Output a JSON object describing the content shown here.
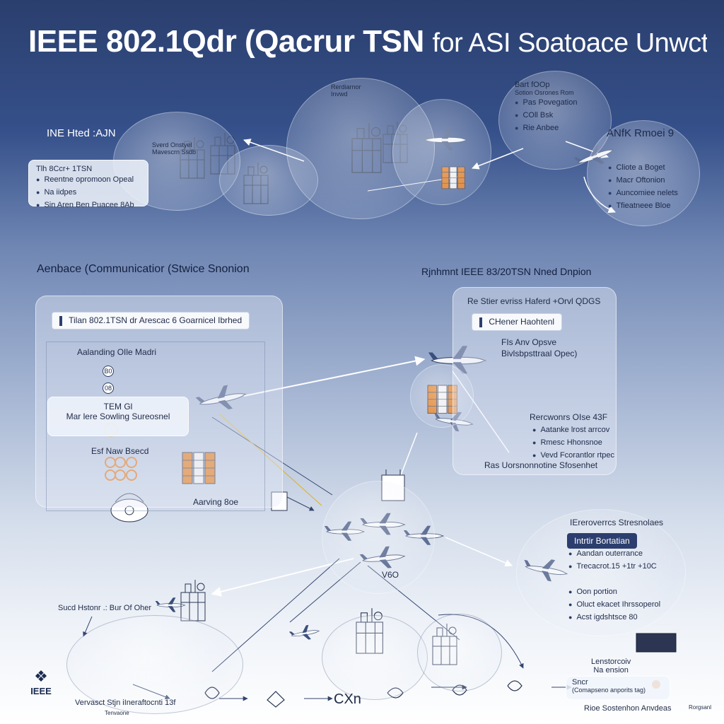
{
  "title": {
    "main": "IEEE 802.1Qdr (Qacrur TSN",
    "sub": "for ASI Soatoace Unwct"
  },
  "top_row": {
    "left_heading": "INE Hted :AJN",
    "left_box": {
      "title": "Tlh 8Ccr+ 1TSN",
      "items": [
        "Reentne opromoon Opeal",
        "Na iidpes",
        "Sin Aren Ben Puacee 8Ab"
      ]
    },
    "bubble1_caption": "Sverd Onstyel\nMavescrn Ssdb",
    "bubble2_caption": "Rerdiarnor\nInvwd",
    "right_bubble": {
      "title": "Bart fOOp",
      "subtitle": "Sotion Osrones Rom",
      "items": [
        "Pas Povegation",
        "COll Bsk",
        "Rie Anbee"
      ]
    },
    "right_heading": "ANfK Rmoei 9",
    "right_box_items": [
      "Cliote a Boget",
      "Macr Oftonion",
      "Auncomiee nelets",
      "Tfieatneee Bloe"
    ]
  },
  "middle": {
    "left_heading": "Aenbace (Communicatior (Stwice Snonion",
    "left_panel_tag": "Tilan 802.1TSN dr Arescac 6 Goarnicel Ibrhed",
    "left_panel": {
      "label1": "Aalanding OIle Madri",
      "box_title": "TEM Gl",
      "box_sub": "Mar lere Sowling Sureosnel",
      "label2": "Esf Naw Bsecd",
      "label3": "Aarving 8oe",
      "badges": [
        "B0",
        "08"
      ]
    },
    "right_heading": "Rjnhmnt IEEE 83/20TSN Nned Dnpion",
    "right_panel": {
      "top_text": "Re Stier evriss Haferd +Orvl QDGS",
      "tag": "CHener Haohtenl",
      "line1": "FIs Anv Opsve",
      "line2": "Bivlsbpsttraal Opec)",
      "sub_heading": "Rercwonrs OIse 43F",
      "items": [
        "Aatanke lrost arrcov",
        "Rmesc Hhonsnoe",
        "Vevd Fcorantlor rtpec"
      ],
      "footer": "Ras Uorsnonnotine Sfosenhet"
    }
  },
  "bottom": {
    "right_bubble": {
      "title": "IEreroverrcs Stresnolaes",
      "tag": "Intrtir Bortatian",
      "items": [
        "Aandan outerrance",
        "Trecacrot.15 +1tr +10C"
      ],
      "items2": [
        "Oon portion",
        "Oluct ekacet Ihrssoperol",
        "Acst igdshtsce 80"
      ]
    },
    "left_label": "Sucd Hstonr .: Bur Of Oher",
    "bottom_left_label": "Vervasct Stjn iIneraftocnti 13f",
    "bottom_left_sub": "Tenvaone",
    "center_label": "CXn",
    "hub_label": "V6O",
    "bottom_right_heading": "Lenstorcoiv\nNa ension",
    "bottom_right_tag1": "Sncr",
    "bottom_right_tag2": "(Comapseno anporits tag)",
    "bottom_right_footer": "Rioe Sostenhon Anvdeas",
    "logo": "IEEE",
    "credit": "Rorgsanl"
  },
  "colors": {
    "background_top": "#2b3f6e",
    "background_bottom": "#ffffff",
    "tag_dark": "#2c3e6e",
    "accent_orange": "#e07b20"
  }
}
